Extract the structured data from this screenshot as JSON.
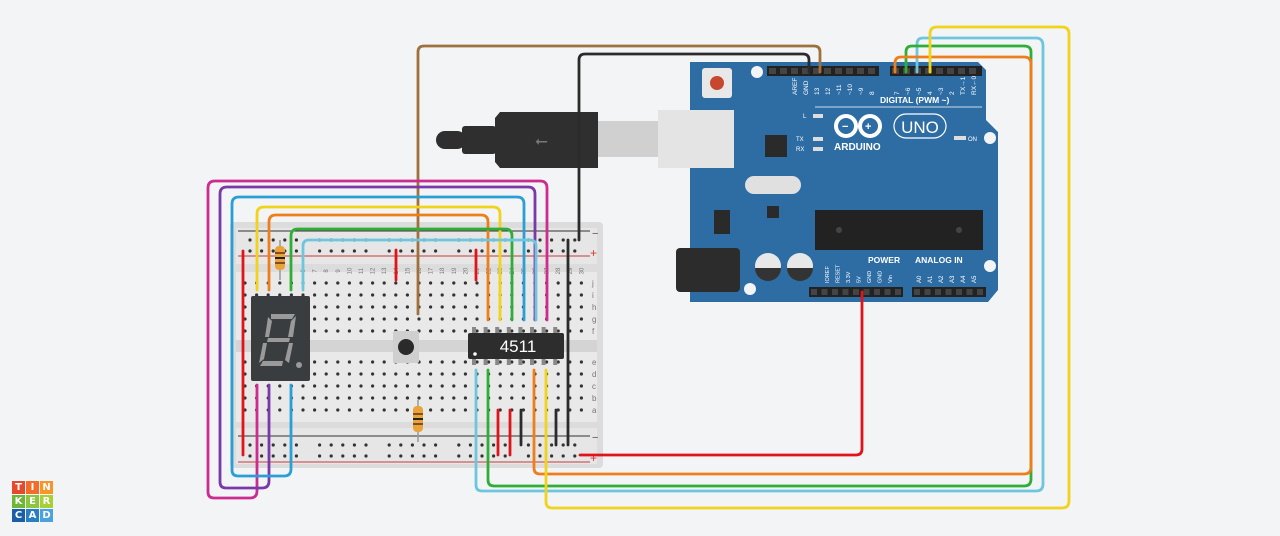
{
  "app": {
    "name": "Tinkercad",
    "logo_letters": [
      "T",
      "I",
      "N",
      "K",
      "E",
      "R",
      "C",
      "A",
      "D"
    ],
    "logo_colors": [
      "#e64a2e",
      "#f26c2b",
      "#f7942a",
      "#6fb634",
      "#8bc63f",
      "#a6cf38",
      "#1a5ea8",
      "#2a7fc4",
      "#4ba2dc"
    ]
  },
  "canvas_bg": "#f3f4f6",
  "arduino": {
    "brand": "ARDUINO",
    "model": "UNO",
    "board_color": "#2e6da4",
    "digital_header_label": "DIGITAL (PWM ~)",
    "digital_pins_left": [
      "AREF",
      "GND",
      "13",
      "12",
      "~11",
      "~10",
      "~9",
      "8"
    ],
    "digital_pins_right": [
      "7",
      "~6",
      "~5",
      "4",
      "~3",
      "2",
      "TX→1",
      "RX←0"
    ],
    "leds": [
      "L",
      "TX",
      "RX",
      "ON"
    ],
    "power_label": "POWER",
    "power_pins": [
      "IOREF",
      "RESET",
      "3.3V",
      "5V",
      "GND",
      "GND",
      "Vin"
    ],
    "analog_label": "ANALOG IN",
    "analog_pins": [
      "A0",
      "A1",
      "A2",
      "A3",
      "A4",
      "A5"
    ]
  },
  "ic": {
    "label": "4511"
  },
  "breadboard": {
    "column_count": 30,
    "column_labels_top": [
      "1",
      "2",
      "3",
      "4",
      "5",
      "6",
      "7",
      "8",
      "9",
      "10",
      "11",
      "12",
      "13",
      "14",
      "15",
      "16",
      "17",
      "18",
      "19",
      "20",
      "21",
      "22",
      "23",
      "24",
      "25",
      "26",
      "27",
      "28",
      "29",
      "30"
    ],
    "row_labels_top": [
      "j",
      "i",
      "h",
      "g",
      "f"
    ],
    "row_labels_bottom": [
      "e",
      "d",
      "c",
      "b",
      "a"
    ],
    "rail_plus": "+",
    "rail_minus": "−"
  },
  "components": [
    {
      "type": "seven-segment-display",
      "digit_shown": "8."
    },
    {
      "type": "pushbutton"
    },
    {
      "type": "resistor",
      "position": "top-left"
    },
    {
      "type": "resistor",
      "position": "bottom-middle"
    },
    {
      "type": "usb-cable"
    }
  ],
  "wire_colors": {
    "brown": "#a0703c",
    "black": "#2b2b2b",
    "red": "#e0151b",
    "orange": "#ee7d1b",
    "yellow": "#f2d31b",
    "green": "#2fae37",
    "lightblue": "#6ec6de",
    "blue": "#2a9fd6",
    "purple": "#7a38a8",
    "magenta": "#cc2b8f"
  }
}
